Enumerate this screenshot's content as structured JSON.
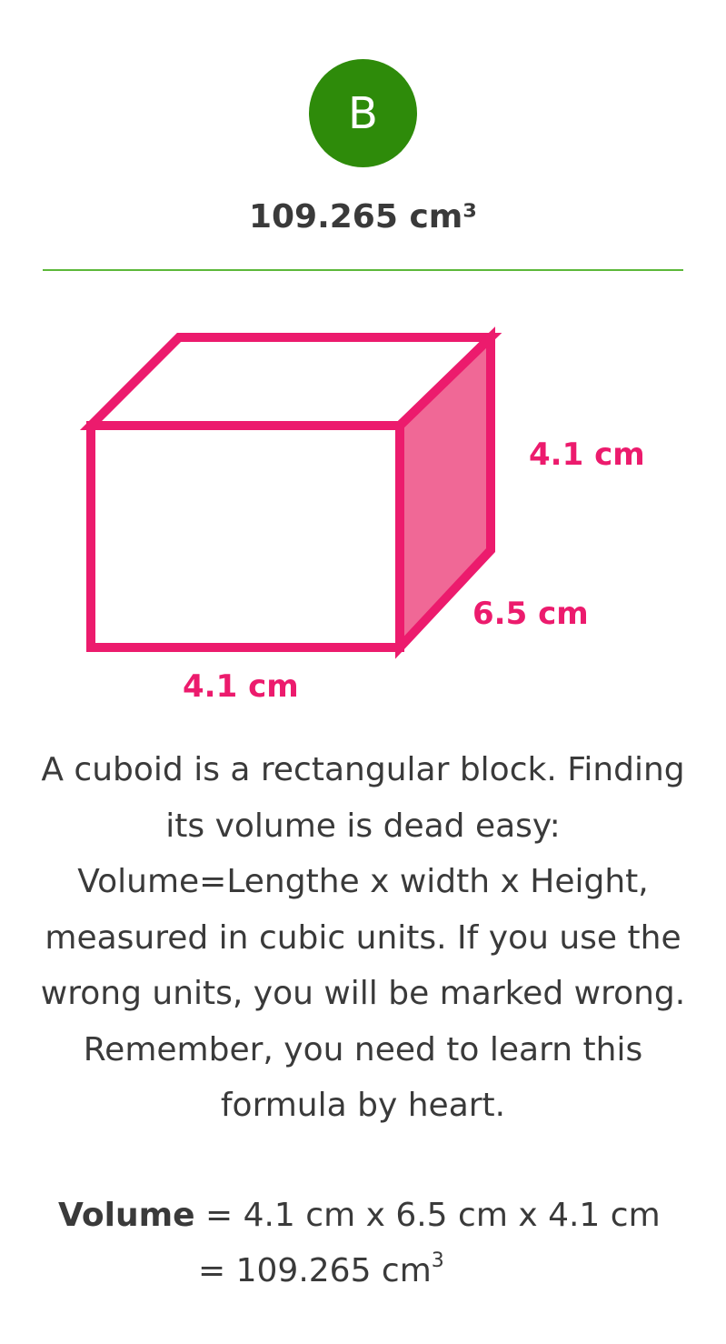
{
  "option": {
    "letter": "B",
    "answer_text": "109.265 cm³"
  },
  "colors": {
    "badge": "#2e8b0a",
    "divider": "#5cb83a",
    "shape": "#ec1b6d",
    "shape_side_fill": "#f06896",
    "text": "#3a3a3a"
  },
  "figure": {
    "height_label": "4.1 cm",
    "depth_label": "6.5 cm",
    "length_label": "4.1 cm"
  },
  "explanation": {
    "text": "A cuboid is a rectangular block. Finding its volume is dead easy: Volume=Lengthe x width x Height, measured in cubic units. If you use the wrong units, you will be marked wrong. Remember, you need to learn this formula by heart."
  },
  "formula": {
    "label": "Volume",
    "line1_rest": " = 4.1 cm x 6.5 cm x 4.1 cm",
    "line2": "= 109.265 cm",
    "line2_exponent": "3"
  }
}
